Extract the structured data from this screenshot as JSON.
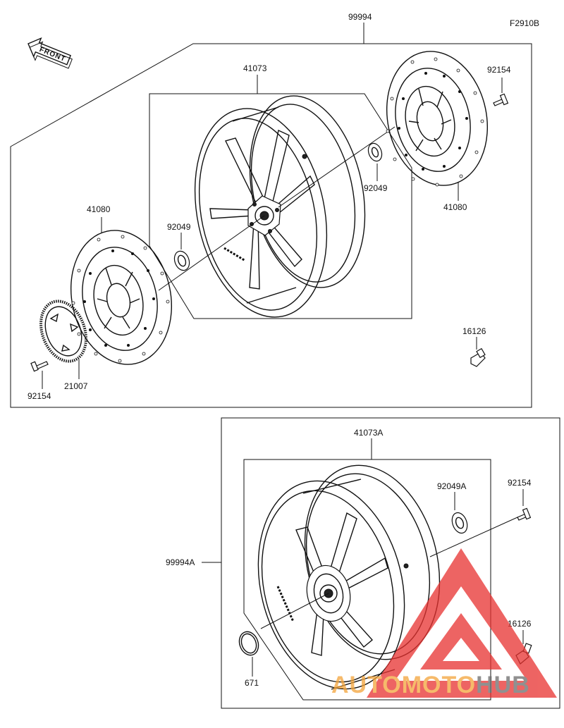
{
  "figure_code": "F2910B",
  "front_label": "FRONT",
  "watermark": {
    "word_1": "AUTO",
    "word_2": "MOTO",
    "word_3": "HUB",
    "color_triangle": "#e8312f",
    "color_text": "#f3a43a",
    "color_hub": "#6b6b6b"
  },
  "upper": {
    "assembly": "99994",
    "wheel": "41073",
    "disc_rear": "41080",
    "disc_front": "41080",
    "collar_right": "92049",
    "collar_left": "92049",
    "bolt_right": "92154",
    "bolt_left": "92154",
    "abs_rotor": "21007",
    "valve": "16126"
  },
  "lower": {
    "assembly": "99994A",
    "wheel": "41073A",
    "collar": "92049A",
    "bolt": "92154",
    "valve": "16126",
    "oring": "671"
  }
}
